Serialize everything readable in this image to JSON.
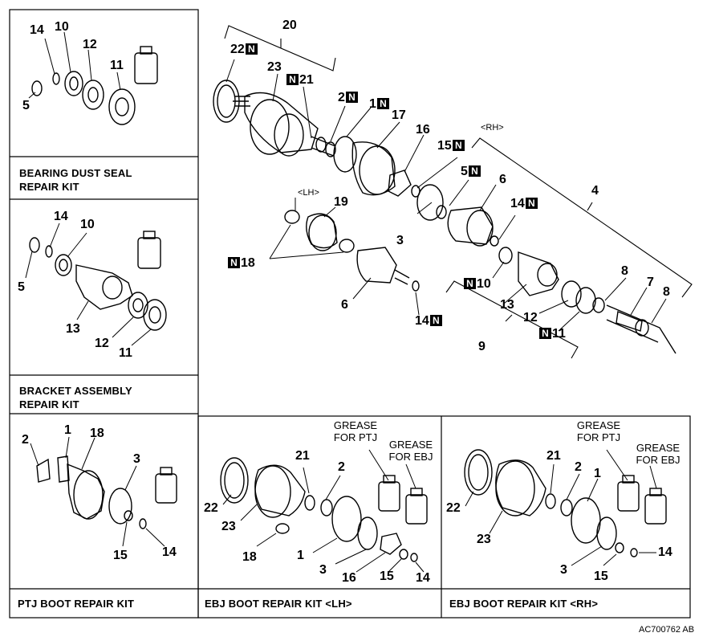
{
  "kits": {
    "bearing": "BEARING DUST SEAL\nREPAIR KIT",
    "bracket": "BRACKET ASSEMBLY\nREPAIR KIT",
    "ptj": "PTJ BOOT REPAIR KIT",
    "ebj_lh": "EBJ BOOT REPAIR KIT <LH>",
    "ebj_rh": "EBJ BOOT REPAIR KIT <RH>"
  },
  "grease": {
    "ptj": "GREASE\nFOR PTJ",
    "ebj": "GREASE\nFOR EBJ"
  },
  "side": {
    "rh": "<RH>",
    "lh": "<LH>"
  },
  "n_mark": "N",
  "figure_code": "AC700762 AB",
  "numbers": {
    "n1": "1",
    "n2": "2",
    "n3": "3",
    "n4": "4",
    "n5": "5",
    "n6": "6",
    "n7": "7",
    "n8": "8",
    "n9": "9",
    "n10": "10",
    "n11": "11",
    "n12": "12",
    "n13": "13",
    "n14": "14",
    "n15": "15",
    "n16": "16",
    "n17": "17",
    "n18": "18",
    "n19": "19",
    "n20": "20",
    "n21": "21",
    "n22": "22",
    "n23": "23"
  }
}
